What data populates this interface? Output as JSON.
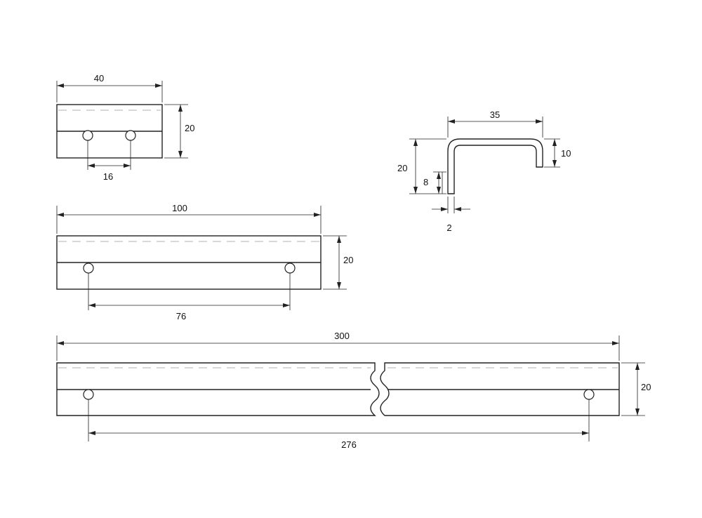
{
  "colors": {
    "line": "#222222",
    "hidden_line": "#999999",
    "background": "#ffffff"
  },
  "dimensions": {
    "small_width": "40",
    "small_height": "20",
    "small_hole_spacing": "16",
    "medium_width": "100",
    "medium_height": "20",
    "medium_hole_spacing": "76",
    "large_width": "300",
    "large_height": "20",
    "large_hole_spacing": "276",
    "profile_width": "35",
    "profile_height": "20",
    "profile_lip": "10",
    "profile_inner": "8",
    "profile_thickness": "2"
  }
}
